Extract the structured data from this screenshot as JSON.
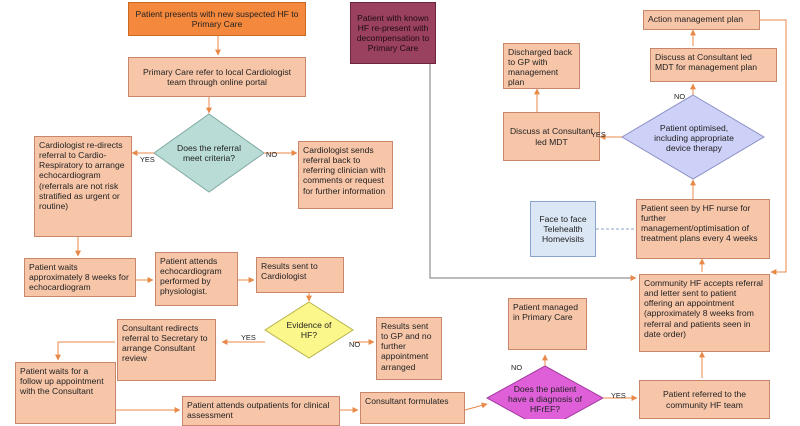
{
  "nodes": {
    "n_presents": "Patient presents with new suspected HF to Primary Care",
    "n_known_hf": "Patient with known HF re-present with decompensation to Primary Care",
    "n_refer_cardio": "Primary Care refer to local Cardiologist team through online portal",
    "n_referral_criteria": "Does the referral meet criteria?",
    "n_redirects": "Cardiologist re-directs referral to Cardio-Respiratory to arrange echocardiogram (referrals are not risk stratified as urgent or routine)",
    "n_sends_back": "Cardiologist sends referral back to referring clinician with comments or request for further information",
    "n_waits_8": "Patient waits approximately 8 weeks for echocardiogram",
    "n_attends_echo": "Patient attends echocardiogram performed by physiologist.",
    "n_results_cardio": "Results sent to Cardiologist",
    "n_evidence_hf": "Evidence of HF?",
    "n_results_gp": "Results sent to GP and no further appointment arranged",
    "n_consultant_redirects": "Consultant redirects referral to Secretary to arrange Consultant review",
    "n_waits_followup": "Patient waits for a follow up appointment with the Consultant",
    "n_attends_outpatients": "Patient attends outpatients for clinical assessment",
    "n_formulates": "Consultant formulates",
    "n_diagnosis_hfref": "Does the patient have a diagnosis of HFrEF?",
    "n_managed_primary": "Patient managed in Primary Care",
    "n_referred_community": "Patient referred to the community HF team",
    "n_community_accepts": "Community HF accepts referral and letter sent to patient offering an appointment (approximately 8 weeks from referral and patients seen in date order)",
    "n_seen_nurse": "Patient seen by HF nurse for further management/optimisation of treatment plans every 4 weeks",
    "n_face_to_face": "Face to face\nTelehealth\nHomevisits",
    "n_optimised": "Patient optimised, including appropriate device therapy",
    "n_discuss_mdt": "Discuss at Consultant led MDT",
    "n_discharged": "Discharged back to GP with management plan",
    "n_discuss_mdt_plan": "Discuss at Consultant led MDT for management plan",
    "n_action_plan": "Action management plan"
  },
  "edge_labels": {
    "yes_criteria": "YES",
    "no_criteria": "NO",
    "yes_evidence": "YES",
    "no_evidence": "NO",
    "no_diagnosis": "NO",
    "yes_diagnosis": "YES",
    "yes_optimised": "YES",
    "no_optimised": "NO"
  },
  "colors": {
    "box_fill": "#f7c6a9",
    "orange_fill": "#f4883d",
    "maroon_fill": "#9b4160",
    "teal_diamond": "#b9ddd6",
    "yellow_diamond": "#fbf78a",
    "magenta_diamond": "#df5fd9",
    "lavender_diamond": "#cdd0f7",
    "blue_box": "#dbe7f5",
    "arrow": "#e8894a",
    "line": "#7a7a7a"
  }
}
